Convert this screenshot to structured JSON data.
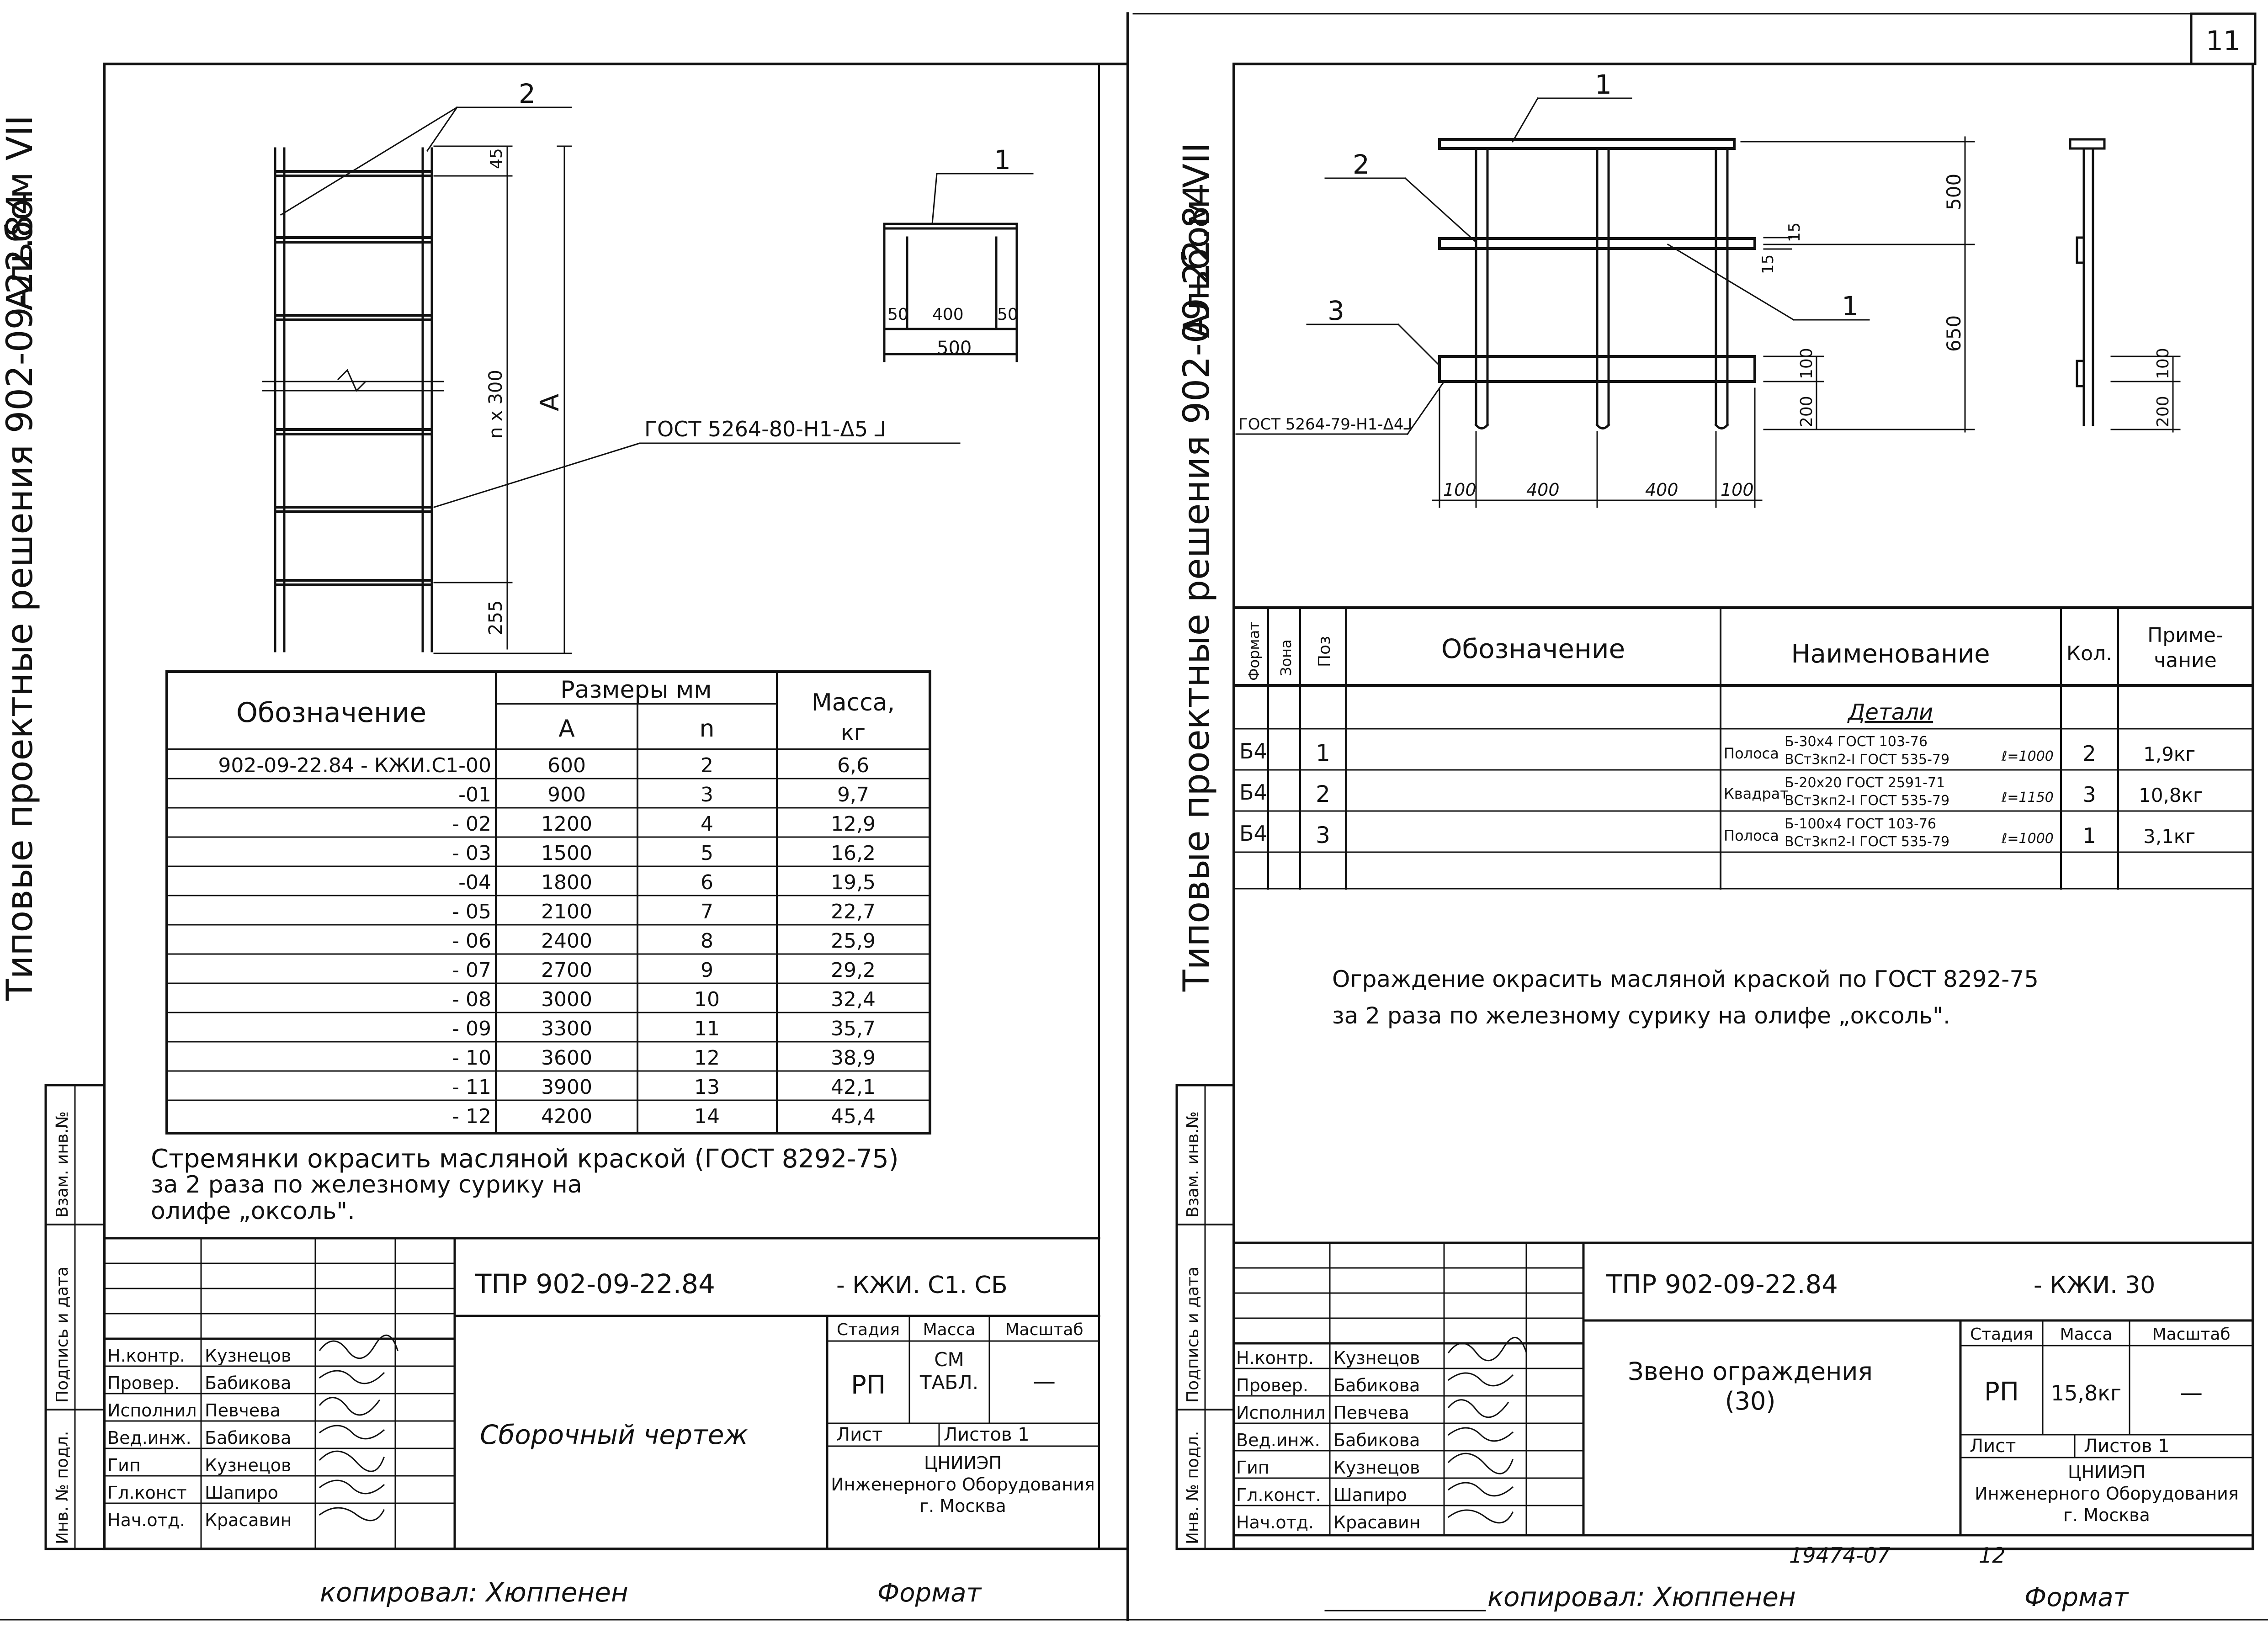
{
  "page_number": "11",
  "left": {
    "side_series": "Типовые проектные решения 902-09-22.84",
    "side_album": "Альбом VII",
    "drawing": {
      "callout_2": "2",
      "callout_1": "1",
      "dim_45": "45",
      "dim_nx300": "n x 300",
      "dim_A": "A",
      "dim_255": "255",
      "dim_50a": "50",
      "dim_400": "400",
      "dim_50b": "50",
      "dim_500": "500",
      "gost_weld": "ГОСТ 5264-80-Н1-Δ5 ⅃"
    },
    "table": {
      "col_designation": "Обозначение",
      "col_sizes": "Размеры мм",
      "col_A": "A",
      "col_n": "n",
      "col_mass": "Масса,",
      "col_mass_unit": "кг",
      "rows": [
        {
          "des": "902-09-22.84 - КЖИ.С1-00",
          "A": "600",
          "n": "2",
          "m": "6,6"
        },
        {
          "des": "-01",
          "A": "900",
          "n": "3",
          "m": "9,7"
        },
        {
          "des": "- 02",
          "A": "1200",
          "n": "4",
          "m": "12,9"
        },
        {
          "des": "- 03",
          "A": "1500",
          "n": "5",
          "m": "16,2"
        },
        {
          "des": "-04",
          "A": "1800",
          "n": "6",
          "m": "19,5"
        },
        {
          "des": "- 05",
          "A": "2100",
          "n": "7",
          "m": "22,7"
        },
        {
          "des": "- 06",
          "A": "2400",
          "n": "8",
          "m": "25,9"
        },
        {
          "des": "- 07",
          "A": "2700",
          "n": "9",
          "m": "29,2"
        },
        {
          "des": "- 08",
          "A": "3000",
          "n": "10",
          "m": "32,4"
        },
        {
          "des": "- 09",
          "A": "3300",
          "n": "11",
          "m": "35,7"
        },
        {
          "des": "- 10",
          "A": "3600",
          "n": "12",
          "m": "38,9"
        },
        {
          "des": "- 11",
          "A": "3900",
          "n": "13",
          "m": "42,1"
        },
        {
          "des": "- 12",
          "A": "4200",
          "n": "14",
          "m": "45,4"
        }
      ]
    },
    "note_line1": "Стремянки окрасить масляной краской (ГОСТ 8292-75)",
    "note_line2": "за 2 раза по железному сурику на",
    "note_line3": "олифе „оксоль\".",
    "stamp": {
      "side_inv": "Инв. № подл.",
      "side_sign": "Подпись и дата",
      "side_vzam": "Взам. инв.№",
      "doc_code": "ТПР 902-09-22.84",
      "doc_suffix": "- КЖИ. С1. СБ",
      "title": "Сборочный чертеж",
      "stage_h": "Стадия",
      "mass_h": "Масса",
      "scale_h": "Масштаб",
      "stage": "РП",
      "mass_1": "СМ",
      "mass_2": "ТАБЛ.",
      "scale": "—",
      "sheet": "Лист",
      "sheets": "Листов 1",
      "org1": "ЦНИИЭП",
      "org2": "Инженерного Оборудования",
      "org3": "г. Москва",
      "roles": [
        {
          "role": "Н.контр.",
          "name": "Кузнецов"
        },
        {
          "role": "Провер.",
          "name": "Бабикова"
        },
        {
          "role": "Исполнил",
          "name": "Певчева"
        },
        {
          "role": "Вед.инж.",
          "name": "Бабикова"
        },
        {
          "role": "Гип",
          "name": "Кузнецов"
        },
        {
          "role": "Гл.конст",
          "name": "Шапиро"
        },
        {
          "role": "Нач.отд.",
          "name": "Красавин"
        }
      ]
    },
    "copied": "копировал: Хюппенен",
    "format": "Формат"
  },
  "right": {
    "side_series": "Типовые проектные решения 902-09-22.84",
    "side_album": "Альбом VII",
    "drawing": {
      "callout_1a": "1",
      "callout_2": "2",
      "callout_3": "3",
      "callout_1b": "1",
      "dim_15a": "15",
      "dim_15b": "15",
      "dim_500": "500",
      "dim_650": "650",
      "dim_100": "100",
      "dim_200": "200",
      "dim_100b": "100",
      "dim_200b": "200",
      "dim_b100a": "100",
      "dim_b400a": "400",
      "dim_b400b": "400",
      "dim_b100b": "100",
      "gost_weld": "ГОСТ 5264-79-Н1-Δ4⅃"
    },
    "spec": {
      "h_format": "Формат",
      "h_zone": "Зона",
      "h_pos": "Поз",
      "h_des": "Обозначение",
      "h_name": "Наименование",
      "h_qty": "Кол.",
      "h_note1": "Приме-",
      "h_note2": "чание",
      "section": "Детали",
      "rows": [
        {
          "format": "Б4",
          "pos": "1",
          "prefix": "Полоса",
          "top": "Б-30х4 ГОСТ 103-76",
          "bot": "ВСт3кп2-I ГОСТ 535-79",
          "len": "ℓ=1000",
          "qty": "2",
          "note": "1,9кг"
        },
        {
          "format": "Б4",
          "pos": "2",
          "prefix": "Квадрат",
          "top": "Б-20х20 ГОСТ 2591-71",
          "bot": "ВСт3кп2-I ГОСТ 535-79",
          "len": "ℓ=1150",
          "qty": "3",
          "note": "10,8кг"
        },
        {
          "format": "Б4",
          "pos": "3",
          "prefix": "Полоса",
          "top": "Б-100х4 ГОСТ 103-76",
          "bot": "ВСт3кп2-I ГОСТ 535-79",
          "len": "ℓ=1000",
          "qty": "1",
          "note": "3,1кг"
        }
      ]
    },
    "note_line1": "Ограждение окрасить масляной краской по ГОСТ 8292-75",
    "note_line2": "за 2 раза по железному сурику на олифе „оксоль\".",
    "stamp": {
      "side_inv": "Инв. № подл.",
      "side_sign": "Подпись и дата",
      "side_vzam": "Взам. инв.№",
      "doc_code": "ТПР 902-09-22.84",
      "doc_suffix": "- КЖИ. 30",
      "title1": "Звено ограждения",
      "title2": "(30)",
      "stage_h": "Стадия",
      "mass_h": "Масса",
      "scale_h": "Масштаб",
      "stage": "РП",
      "mass": "15,8кг",
      "scale": "—",
      "sheet": "Лист",
      "sheets": "Листов 1",
      "org1": "ЦНИИЭП",
      "org2": "Инженерного Оборудования",
      "org3": "г. Москва",
      "roles": [
        {
          "role": "Н.контр.",
          "name": "Кузнецов"
        },
        {
          "role": "Провер.",
          "name": "Бабикова"
        },
        {
          "role": "Исполнил",
          "name": "Певчева"
        },
        {
          "role": "Вед.инж.",
          "name": "Бабикова"
        },
        {
          "role": "Гип",
          "name": "Кузнецов"
        },
        {
          "role": "Гл.конст.",
          "name": "Шапиро"
        },
        {
          "role": "Нач.отд.",
          "name": "Красавин"
        }
      ]
    },
    "archive_no": "19474-07",
    "archive_sheet": "12",
    "copied": "копировал: Хюппенен",
    "format": "Формат"
  }
}
